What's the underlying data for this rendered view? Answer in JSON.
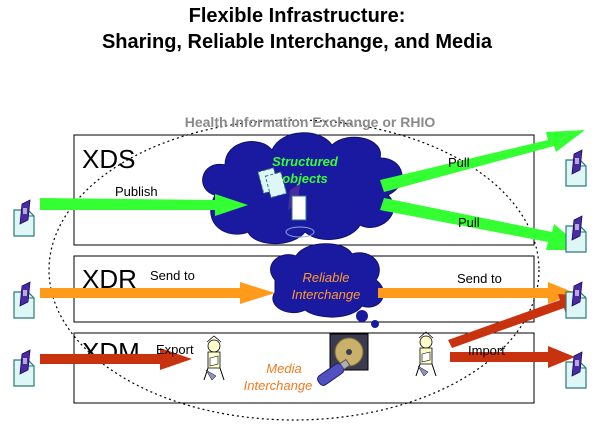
{
  "title": {
    "line1": "Flexible Infrastructure:",
    "line2": "Sharing, Reliable Interchange, and Media"
  },
  "hie": {
    "label": "Health Information Exchange or RHIO"
  },
  "sections": {
    "xds": {
      "label": "XDS",
      "publish": "Publish",
      "pull1": "Pull",
      "pull2": "Pull",
      "cloud_line1": "Structured",
      "cloud_line2": "objects"
    },
    "xdr": {
      "label": "XDR",
      "send_left": "Send to",
      "send_right": "Send to",
      "cloud_line1": "Reliable",
      "cloud_line2": "Interchange"
    },
    "xdm": {
      "label": "XDM",
      "export": "Export",
      "import": "Import",
      "media_line1": "Media",
      "media_line2": "Interchange"
    }
  },
  "colors": {
    "xds_arrow": "#33ff33",
    "xdr_arrow": "#ff9a1a",
    "xdm_arrow": "#c8320f",
    "cloud": "#1a1aa0",
    "doc_fill": "#dff6f6",
    "doc_stroke": "#2a7a7a",
    "folder": "#4a2aa0"
  }
}
